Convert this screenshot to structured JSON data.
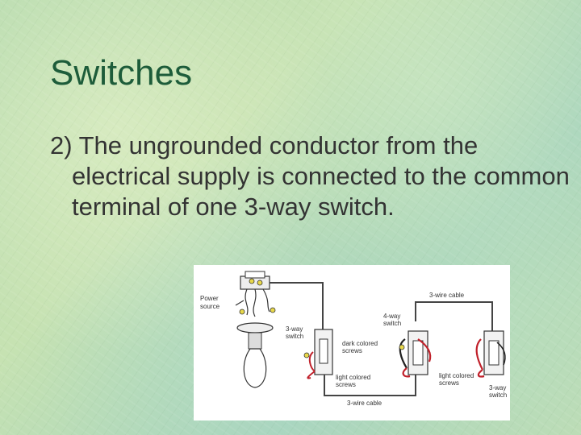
{
  "slide": {
    "title": "Switches",
    "paragraph": "2) The ungrounded conductor from the electrical supply is connected to the common terminal of one 3-way switch."
  },
  "diagram": {
    "labels": {
      "power_source_1": "Power",
      "power_source_2": "source",
      "three_wire_top": "3-wire cable",
      "four_way_1": "4-way",
      "four_way_2": "switch",
      "three_way_left_1": "3-way",
      "three_way_left_2": "switch",
      "dark_screws_1": "dark colored",
      "dark_screws_2": "screws",
      "light_screws_left_1": "light colored",
      "light_screws_left_2": "screws",
      "light_screws_right_1": "light colored",
      "light_screws_right_2": "screws",
      "three_way_right_1": "3-way",
      "three_way_right_2": "switch",
      "three_wire_bottom": "3-wire cable"
    },
    "colors": {
      "red_wire": "#c0202a",
      "dark_wire": "#222222",
      "cable": "#444444"
    }
  }
}
